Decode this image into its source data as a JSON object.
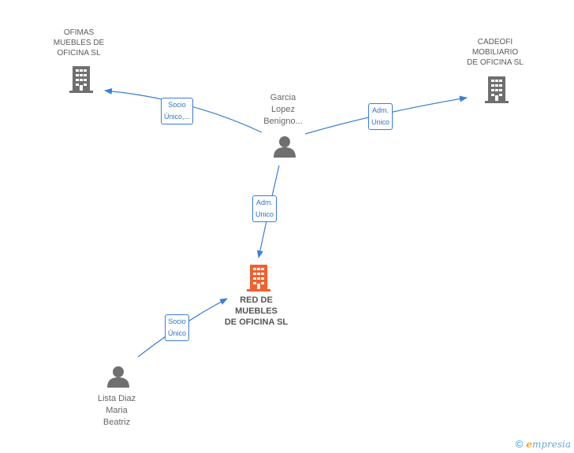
{
  "nodes": {
    "ofimas": {
      "lines": [
        "OFIMAS",
        "MUEBLES DE",
        "OFICINA SL"
      ]
    },
    "cadeofi": {
      "lines": [
        "CADEOFI",
        "MOBILIARIO",
        "DE OFICINA SL"
      ]
    },
    "garcia": {
      "lines": [
        "Garcia",
        "Lopez",
        "Benigno..."
      ]
    },
    "red": {
      "lines": [
        "RED DE",
        "MUEBLES",
        "DE OFICINA SL"
      ]
    },
    "lista": {
      "lines": [
        "Lista Diaz",
        "Maria",
        "Beatriz"
      ]
    }
  },
  "edges": {
    "garcia_ofimas": {
      "lines": [
        "Socio",
        "Único,..."
      ]
    },
    "garcia_cadeofi": {
      "lines": [
        "Adm.",
        "Unico"
      ]
    },
    "garcia_red": {
      "lines": [
        "Adm.",
        "Unico"
      ]
    },
    "lista_red": {
      "lines": [
        "Socio",
        "Único"
      ]
    }
  },
  "colors": {
    "edge": "#3a7fd5",
    "company": "#6f6f6f",
    "main_company": "#f2602e",
    "person": "#6f6f6f"
  },
  "footer": {
    "copyright": "©",
    "brand_initial": "e",
    "brand_rest": "mpresia"
  }
}
